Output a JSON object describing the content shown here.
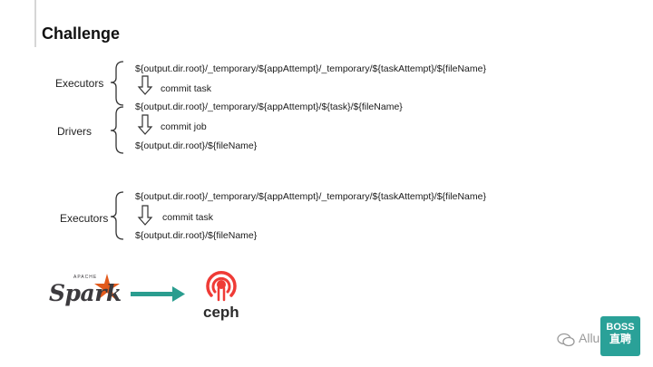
{
  "title": "Challenge",
  "block1": {
    "executors_label": "Executors",
    "drivers_label": "Drivers",
    "path1": "${output.dir.root}/_temporary/${appAttempt}/_temporary/${taskAttempt}/${fileName}",
    "commit1": "commit task",
    "path2": "${output.dir.root}/_temporary/${appAttempt}/${task}/${fileName}",
    "commit2": "commit job",
    "path3": "${output.dir.root}/${fileName}"
  },
  "block2": {
    "executors_label": "Executors",
    "path1": "${output.dir.root}/_temporary/${appAttempt}/_temporary/${taskAttempt}/${fileName}",
    "commit1": "commit task",
    "path2": "${output.dir.root}/${fileName}"
  },
  "logos": {
    "spark_apache": "APACHE",
    "spark_word": "Spark",
    "ceph_word": "ceph",
    "arrow_color": "#2a9d8f",
    "spark_star_color": "#e25a1c",
    "ceph_color": "#ef3b36"
  },
  "watermark": {
    "text": "Allu",
    "badge_line1": "BOSS",
    "badge_line2": "直聘"
  }
}
